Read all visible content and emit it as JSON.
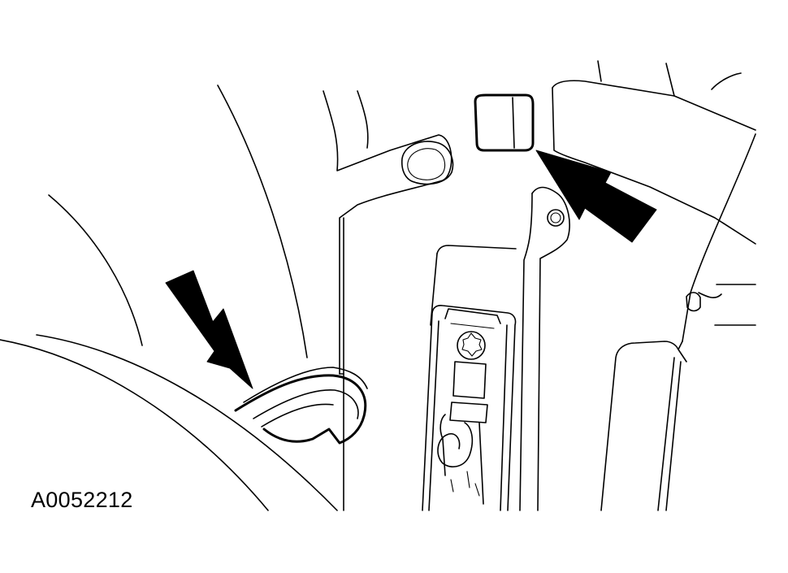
{
  "figure": {
    "id_label": "A0052212"
  },
  "colors": {
    "line": "#000000",
    "background": "#ffffff"
  },
  "callouts": [
    {
      "name": "arrow-pointer-lower-left",
      "icon": "arrow-icon",
      "direction": "down-right"
    },
    {
      "name": "arrow-pointer-upper-right",
      "icon": "arrow-icon",
      "direction": "up-left"
    }
  ]
}
